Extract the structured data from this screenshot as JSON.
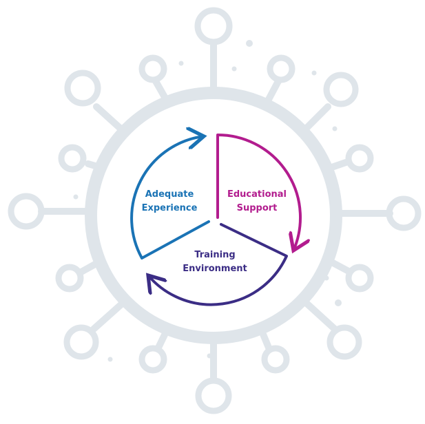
{
  "diagram": {
    "segments": [
      {
        "id": "experience",
        "lines": [
          "Adequate",
          "Experience"
        ],
        "color": "#1a73b5"
      },
      {
        "id": "support",
        "lines": [
          "Educational",
          "Support"
        ],
        "color": "#b21c8e"
      },
      {
        "id": "training",
        "lines": [
          "Training",
          "Environment"
        ],
        "color": "#3b2d85"
      }
    ],
    "decor": {
      "ring_color": "#dfe5ea",
      "connector_color": "#dfe5ea",
      "node_color": "#dfe5ea",
      "dot_color": "#dfe5ea",
      "node_icon": "circle-node-icon"
    }
  }
}
